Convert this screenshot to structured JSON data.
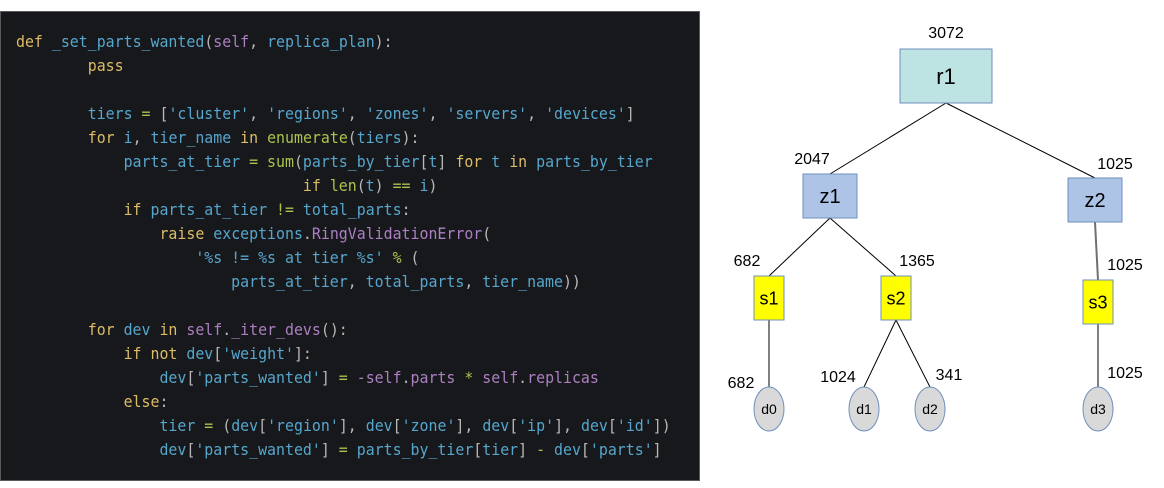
{
  "code_panel": {
    "language": "python",
    "colors": {
      "background": "#17181b",
      "keyword": "#dcbc66",
      "identifier": "#56a6cd",
      "builtin": "#a9c44e",
      "self": "#ac7fc2",
      "punctuation": "#b8b8b8"
    },
    "lines": [
      [
        [
          "kw",
          "def"
        ],
        [
          "id",
          " _set_parts_wanted"
        ],
        [
          "p",
          "("
        ],
        [
          "self",
          "self"
        ],
        [
          "p",
          ", "
        ],
        [
          "id",
          "replica_plan"
        ],
        [
          "p",
          "):"
        ]
      ],
      [
        [
          "kw",
          "        pass"
        ]
      ],
      [],
      [
        [
          "id",
          "        tiers "
        ],
        [
          "op",
          "="
        ],
        [
          "p",
          " ["
        ],
        [
          "str",
          "'cluster'"
        ],
        [
          "p",
          ", "
        ],
        [
          "str",
          "'regions'"
        ],
        [
          "p",
          ", "
        ],
        [
          "str",
          "'zones'"
        ],
        [
          "p",
          ", "
        ],
        [
          "str",
          "'servers'"
        ],
        [
          "p",
          ", "
        ],
        [
          "str",
          "'devices'"
        ],
        [
          "p",
          "]"
        ]
      ],
      [
        [
          "kw",
          "        for"
        ],
        [
          "id",
          " i"
        ],
        [
          "p",
          ", "
        ],
        [
          "id",
          "tier_name "
        ],
        [
          "kw",
          "in"
        ],
        [
          "fn",
          " enumerate"
        ],
        [
          "p",
          "("
        ],
        [
          "id",
          "tiers"
        ],
        [
          "p",
          "):"
        ]
      ],
      [
        [
          "id",
          "            parts_at_tier "
        ],
        [
          "op",
          "="
        ],
        [
          "fn",
          " sum"
        ],
        [
          "p",
          "("
        ],
        [
          "id",
          "parts_by_tier"
        ],
        [
          "p",
          "["
        ],
        [
          "id",
          "t"
        ],
        [
          "p",
          "] "
        ],
        [
          "kw",
          "for"
        ],
        [
          "id",
          " t "
        ],
        [
          "kw",
          "in"
        ],
        [
          "id",
          " parts_by_tier"
        ]
      ],
      [
        [
          "kw",
          "                                if"
        ],
        [
          "fn",
          " len"
        ],
        [
          "p",
          "("
        ],
        [
          "id",
          "t"
        ],
        [
          "p",
          ") "
        ],
        [
          "op",
          "=="
        ],
        [
          "id",
          " i"
        ],
        [
          "p",
          ")"
        ]
      ],
      [
        [
          "kw",
          "            if"
        ],
        [
          "id",
          " parts_at_tier "
        ],
        [
          "op",
          "!="
        ],
        [
          "id",
          " total_parts"
        ],
        [
          "p",
          ":"
        ]
      ],
      [
        [
          "kw",
          "                raise"
        ],
        [
          "id",
          " exceptions"
        ],
        [
          "p",
          "."
        ],
        [
          "self",
          "RingValidationError"
        ],
        [
          "p",
          "("
        ]
      ],
      [
        [
          "str",
          "                    '%s != %s at tier %s'"
        ],
        [
          "op",
          " %"
        ],
        [
          "p",
          " ("
        ]
      ],
      [
        [
          "id",
          "                        parts_at_tier"
        ],
        [
          "p",
          ", "
        ],
        [
          "id",
          "total_parts"
        ],
        [
          "p",
          ", "
        ],
        [
          "id",
          "tier_name"
        ],
        [
          "p",
          "))"
        ]
      ],
      [],
      [
        [
          "kw",
          "        for"
        ],
        [
          "id",
          " dev "
        ],
        [
          "kw",
          "in"
        ],
        [
          "self",
          " self"
        ],
        [
          "p",
          "."
        ],
        [
          "self",
          "_iter_devs"
        ],
        [
          "p",
          "():"
        ]
      ],
      [
        [
          "kw",
          "            if not"
        ],
        [
          "id",
          " dev"
        ],
        [
          "p",
          "["
        ],
        [
          "str",
          "'weight'"
        ],
        [
          "p",
          "]:"
        ]
      ],
      [
        [
          "id",
          "                dev"
        ],
        [
          "p",
          "["
        ],
        [
          "str",
          "'parts_wanted'"
        ],
        [
          "p",
          "] "
        ],
        [
          "op",
          "="
        ],
        [
          "self",
          " -self"
        ],
        [
          "p",
          "."
        ],
        [
          "self",
          "parts "
        ],
        [
          "op",
          "*"
        ],
        [
          "self",
          " self"
        ],
        [
          "p",
          "."
        ],
        [
          "self",
          "replicas"
        ]
      ],
      [
        [
          "kw",
          "            else"
        ],
        [
          "p",
          ":"
        ]
      ],
      [
        [
          "id",
          "                tier "
        ],
        [
          "op",
          "="
        ],
        [
          "p",
          " ("
        ],
        [
          "id",
          "dev"
        ],
        [
          "p",
          "["
        ],
        [
          "str",
          "'region'"
        ],
        [
          "p",
          "], "
        ],
        [
          "id",
          "dev"
        ],
        [
          "p",
          "["
        ],
        [
          "str",
          "'zone'"
        ],
        [
          "p",
          "], "
        ],
        [
          "id",
          "dev"
        ],
        [
          "p",
          "["
        ],
        [
          "str",
          "'ip'"
        ],
        [
          "p",
          "], "
        ],
        [
          "id",
          "dev"
        ],
        [
          "p",
          "["
        ],
        [
          "str",
          "'id'"
        ],
        [
          "p",
          "])"
        ]
      ],
      [
        [
          "id",
          "                dev"
        ],
        [
          "p",
          "["
        ],
        [
          "str",
          "'parts_wanted'"
        ],
        [
          "p",
          "] "
        ],
        [
          "op",
          "="
        ],
        [
          "id",
          " parts_by_tier"
        ],
        [
          "p",
          "["
        ],
        [
          "id",
          "tier"
        ],
        [
          "p",
          "] "
        ],
        [
          "op",
          "-"
        ],
        [
          "id",
          " dev"
        ],
        [
          "p",
          "["
        ],
        [
          "str",
          "'parts'"
        ],
        [
          "p",
          "]"
        ]
      ]
    ]
  },
  "tree": {
    "colors": {
      "region_fill": "#bde3e3",
      "zone_fill": "#aec4e6",
      "server_fill": "#ffff00",
      "device_fill": "#d9d9d9",
      "node_border": "#6f8fbd",
      "edge": "#000000"
    },
    "nodes": [
      {
        "id": "r1",
        "label": "r1",
        "tier": "region",
        "count": "3072"
      },
      {
        "id": "z1",
        "label": "z1",
        "tier": "zone",
        "count": "2047",
        "parent": "r1"
      },
      {
        "id": "z2",
        "label": "z2",
        "tier": "zone",
        "count": "1025",
        "parent": "r1"
      },
      {
        "id": "s1",
        "label": "s1",
        "tier": "server",
        "count": "682",
        "parent": "z1"
      },
      {
        "id": "s2",
        "label": "s2",
        "tier": "server",
        "count": "1365",
        "parent": "z1"
      },
      {
        "id": "s3",
        "label": "s3",
        "tier": "server",
        "count": "1025",
        "parent": "z2"
      },
      {
        "id": "d0",
        "label": "d0",
        "tier": "device",
        "count": "682",
        "parent": "s1"
      },
      {
        "id": "d1",
        "label": "d1",
        "tier": "device",
        "count": "1024",
        "parent": "s2"
      },
      {
        "id": "d2",
        "label": "d2",
        "tier": "device",
        "count": "341",
        "parent": "s2"
      },
      {
        "id": "d3",
        "label": "d3",
        "tier": "device",
        "count": "1025",
        "parent": "s3"
      }
    ]
  }
}
